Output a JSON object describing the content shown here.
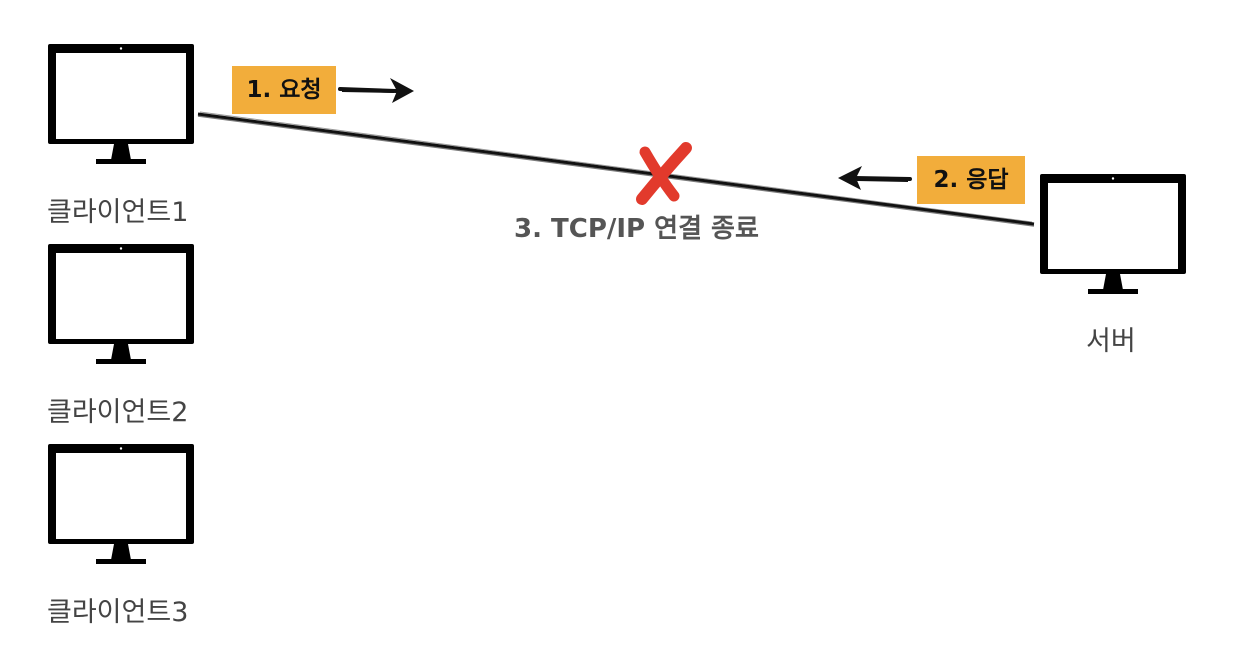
{
  "clients": [
    {
      "label": "클라이언트1"
    },
    {
      "label": "클라이언트2"
    },
    {
      "label": "클라이언트3"
    }
  ],
  "server": {
    "label": "서버"
  },
  "steps": {
    "request": "1. 요청",
    "response": "2. 응답",
    "disconnect": "3. TCP/IP 연결 종료"
  },
  "colors": {
    "badge": "#f2ad3b",
    "cross": "#e23a2c",
    "line": "#111111",
    "label_text": "#444444"
  },
  "icons": {
    "computer": "monitor-icon",
    "disconnect": "red-x-icon"
  }
}
